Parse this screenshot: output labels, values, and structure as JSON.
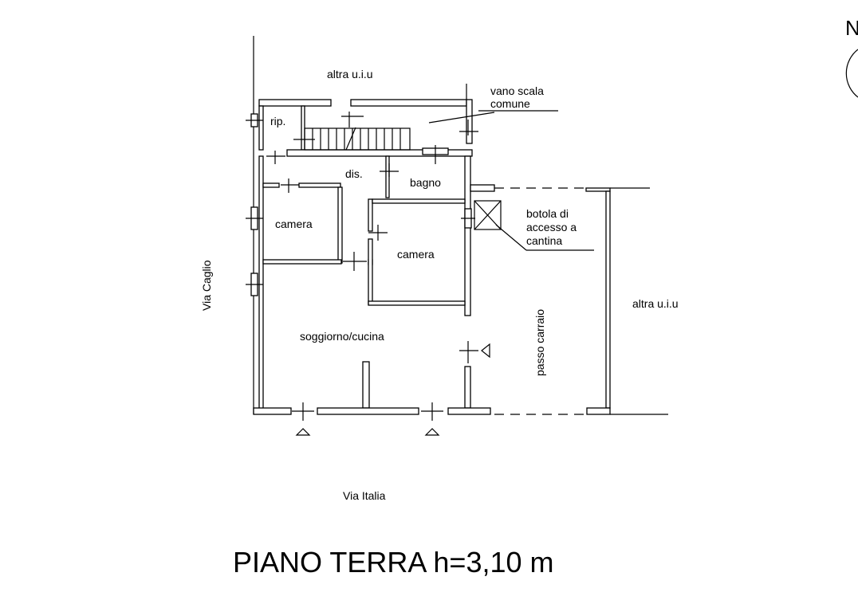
{
  "north_label": "N",
  "labels": {
    "altra_top": "altra u.i.u",
    "vano_scala": "vano scala",
    "comune": "comune",
    "rip": "rip.",
    "dis": "dis.",
    "bagno": "bagno",
    "camera_left": "camera",
    "camera_center": "camera",
    "botola_1": "botola di",
    "botola_2": "accesso a",
    "botola_3": "cantina",
    "via_caglio": "Via Caglio",
    "soggiorno": "soggiorno/cucina",
    "passo_carraio": "passo carraio",
    "altra_right": "altra u.i.u",
    "via_italia": "Via Italia"
  },
  "title": "PIANO TERRA h=3,10 m"
}
